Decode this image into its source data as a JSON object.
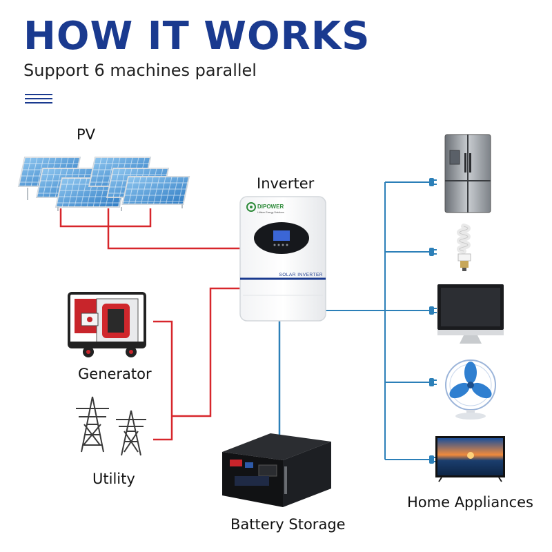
{
  "header": {
    "title": "HOW IT WORKS",
    "subtitle": "Support 6 machines parallel"
  },
  "labels": {
    "pv": "PV",
    "inverter": "Inverter",
    "generator": "Generator",
    "utility": "Utility",
    "battery": "Battery Storage",
    "appliances": "Home Appliances"
  },
  "inverter_device": {
    "brand": "DIPOWER",
    "tagline": "Lithium Energy Solutions",
    "model_text": "SOLAR INVERTER"
  },
  "colors": {
    "brand_blue": "#1a3a8f",
    "ac_line": "#d7262b",
    "dc_line": "#2b7fb8",
    "load_line": "#2b7fb8"
  },
  "appliances": [
    "refrigerator-icon",
    "light-bulb-icon",
    "monitor-icon",
    "fan-icon",
    "television-icon"
  ]
}
